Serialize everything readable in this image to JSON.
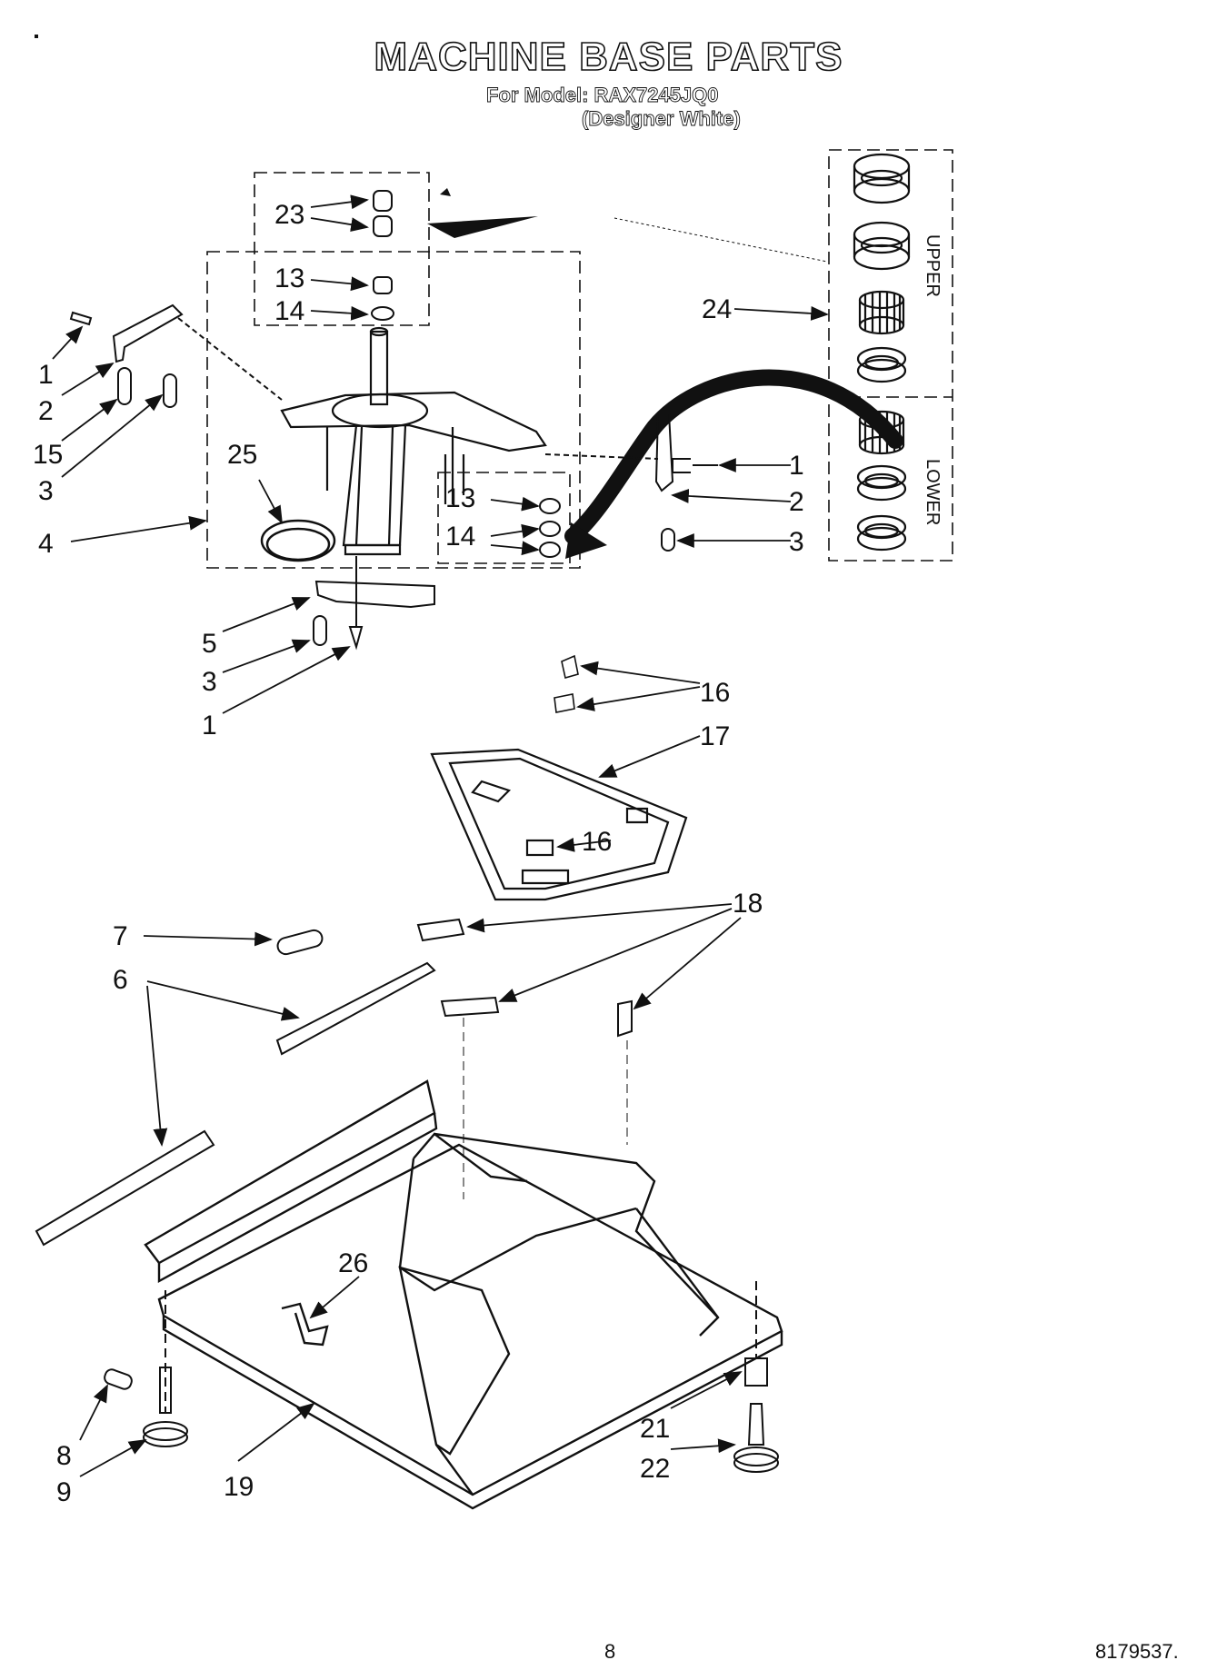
{
  "header": {
    "title": "MACHINE BASE PARTS",
    "model_line": "For Model: RAX7245JQ0",
    "color_line": "(Designer White)"
  },
  "panel": {
    "upper_label": "UPPER",
    "lower_label": "LOWER"
  },
  "callouts": [
    "23",
    "13",
    "14",
    "1",
    "2",
    "15",
    "3",
    "25",
    "4",
    "13",
    "14",
    "1",
    "2",
    "3",
    "5",
    "3",
    "1",
    "24",
    "16",
    "17",
    "16",
    "18",
    "7",
    "6",
    "26",
    "8",
    "9",
    "19",
    "21",
    "22"
  ],
  "footer": {
    "page_number": "8",
    "doc_number": "8179537."
  }
}
